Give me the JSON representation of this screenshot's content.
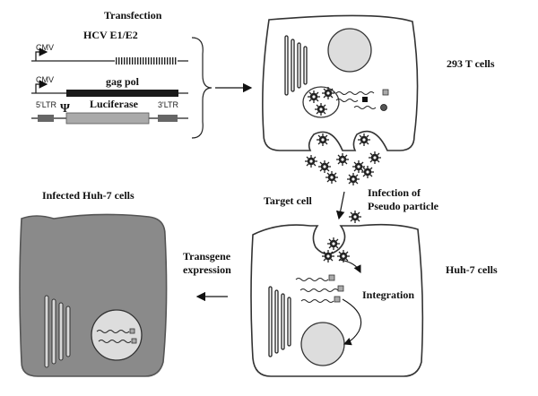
{
  "constructs": {
    "heading": "Transfection",
    "cmv_1": "CMV",
    "hcv": "HCV E1/E2",
    "cmv_2": "CMV",
    "gagpol": "gag pol",
    "ltr_5": "5'LTR",
    "psi": "Ψ",
    "luciferase": "Luciferase",
    "ltr_3": "3'LTR"
  },
  "cells": {
    "producer": "293 T cells",
    "target_label": "Target cell",
    "infection_label": "Infection of Pseudo particle",
    "infection_line1": "Infection of",
    "infection_line2": "Pseudo particle",
    "huh7": "Huh-7 cells",
    "integration": "Integration",
    "infected": "Infected Huh-7 cells",
    "transgene_line1": "Transgene",
    "transgene_line2": "expression"
  },
  "colors": {
    "infected_cell_fill": "#8a8a8a",
    "infected_cell_stroke": "#555555",
    "cell_stroke": "#333333",
    "bar_dark": "#1a1a1a",
    "bar_grey": "#999999"
  }
}
